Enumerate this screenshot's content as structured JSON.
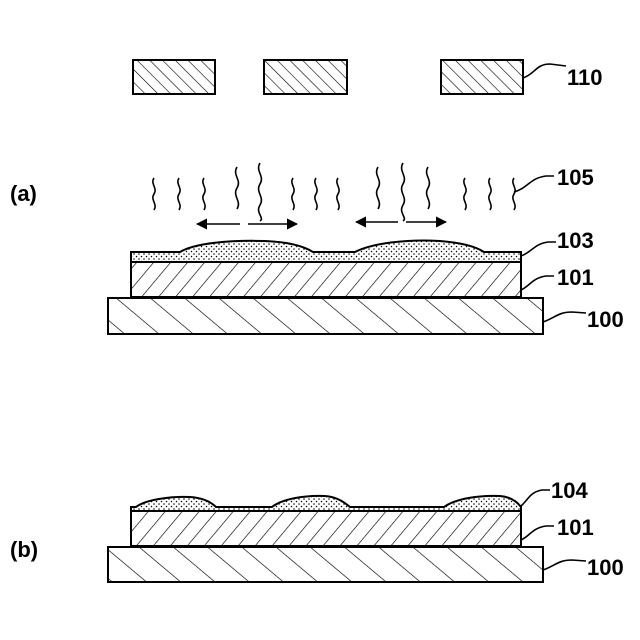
{
  "panels": [
    {
      "label": "(a)"
    },
    {
      "label": "(b)"
    }
  ],
  "callouts": {
    "mask": "110",
    "flux": "105",
    "layer_a_top": "103",
    "layer_a_mid": "101",
    "substrate_a": "100",
    "layer_b_top": "104",
    "layer_b_mid": "101",
    "substrate_b": "100"
  }
}
